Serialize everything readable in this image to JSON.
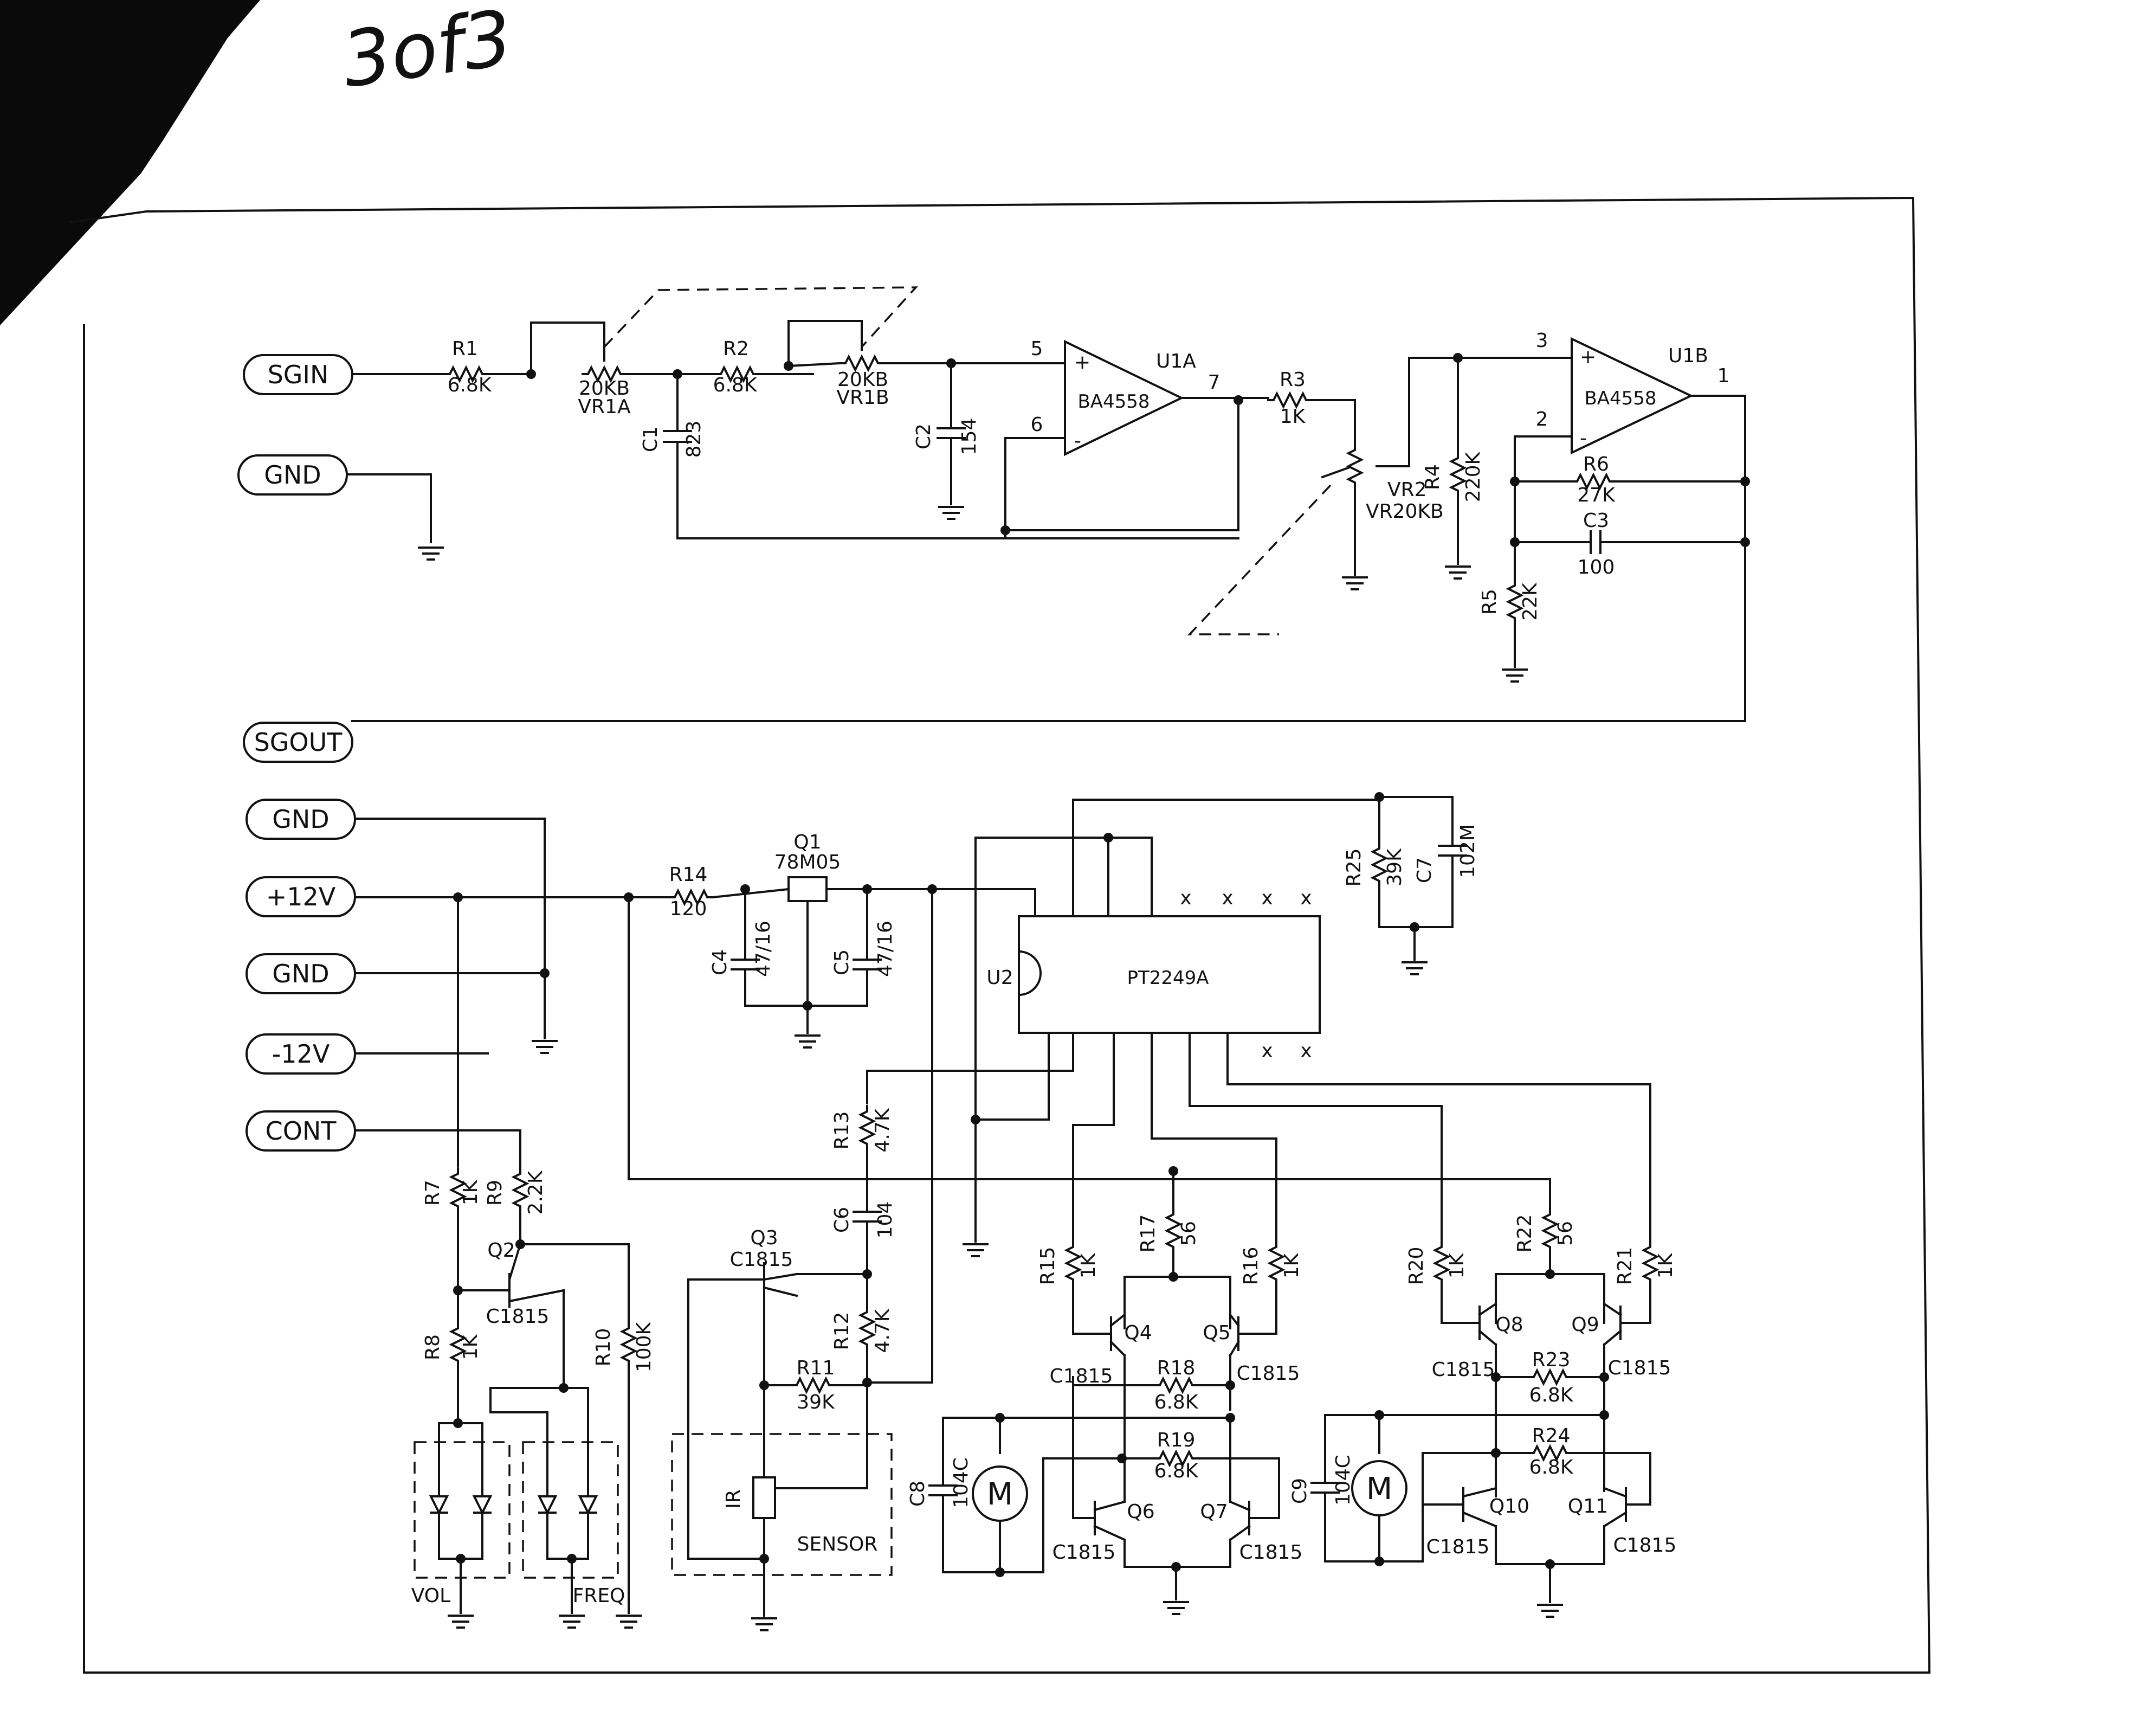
{
  "page": {
    "handwritten_note": "3of3"
  },
  "connectors": {
    "sgin": "SGIN",
    "gnd1": "GND",
    "sgout": "SGOUT",
    "gnd2": "GND",
    "p12v": "+12V",
    "gnd3": "GND",
    "m12v": "-12V",
    "cont": "CONT"
  },
  "components": {
    "r1": {
      "ref": "R1",
      "value": "6.8K"
    },
    "vr1a": {
      "ref": "VR1A",
      "value": "20KB"
    },
    "r2": {
      "ref": "R2",
      "value": "6.8K"
    },
    "vr1b": {
      "ref": "VR1B",
      "value": "20KB"
    },
    "c1": {
      "ref": "C1",
      "value": "823"
    },
    "c2": {
      "ref": "C2",
      "value": "154"
    },
    "u1a": {
      "ref": "U1A",
      "part": "BA4558",
      "pin_plus": "5",
      "pin_minus": "6",
      "pin_out": "7"
    },
    "r3": {
      "ref": "R3",
      "value": "1K"
    },
    "vr2": {
      "ref": "VR2",
      "value": "VR20KB"
    },
    "r4": {
      "ref": "R4",
      "value": "220K"
    },
    "u1b": {
      "ref": "U1B",
      "part": "BA4558",
      "pin_plus": "3",
      "pin_minus": "2",
      "pin_out": "1"
    },
    "r6": {
      "ref": "R6",
      "value": "27K"
    },
    "c3": {
      "ref": "C3",
      "value": "100"
    },
    "r5": {
      "ref": "R5",
      "value": "22K"
    },
    "r14": {
      "ref": "R14",
      "value": "120"
    },
    "q1": {
      "ref": "Q1",
      "part": "78M05"
    },
    "c4": {
      "ref": "C4",
      "value": "47/16"
    },
    "c5": {
      "ref": "C5",
      "value": "47/16"
    },
    "u2": {
      "ref": "U2",
      "part": "PT2249A"
    },
    "r25": {
      "ref": "R25",
      "value": "39K"
    },
    "c7": {
      "ref": "C7",
      "value": "102M"
    },
    "r13": {
      "ref": "R13",
      "value": "4.7K"
    },
    "c6": {
      "ref": "C6",
      "value": "104"
    },
    "r12": {
      "ref": "R12",
      "value": "4.7K"
    },
    "r11": {
      "ref": "R11",
      "value": "39K"
    },
    "q3": {
      "ref": "Q3",
      "part": "C1815"
    },
    "ir": {
      "ref": "IR"
    },
    "sensor": {
      "label": "SENSOR"
    },
    "r7": {
      "ref": "R7",
      "value": "1K"
    },
    "r9": {
      "ref": "R9",
      "value": "2.2K"
    },
    "q2": {
      "ref": "Q2",
      "part": "C1815"
    },
    "r8": {
      "ref": "R8",
      "value": "1K"
    },
    "r10": {
      "ref": "R10",
      "value": "100K"
    },
    "vol": {
      "label": "VOL"
    },
    "freq": {
      "label": "FREQ"
    },
    "r15": {
      "ref": "R15",
      "value": "1K"
    },
    "r17": {
      "ref": "R17",
      "value": "56"
    },
    "r16": {
      "ref": "R16",
      "value": "1K"
    },
    "q4": {
      "ref": "Q4",
      "part": "C1815"
    },
    "q5": {
      "ref": "Q5",
      "part": "C1815"
    },
    "r18": {
      "ref": "R18",
      "value": "6.8K"
    },
    "r19": {
      "ref": "R19",
      "value": "6.8K"
    },
    "q6": {
      "ref": "Q6",
      "part": "C1815"
    },
    "q7": {
      "ref": "Q7",
      "part": "C1815"
    },
    "c8": {
      "ref": "C8",
      "value": "104C"
    },
    "m1": {
      "ref": "M"
    },
    "r20": {
      "ref": "R20",
      "value": "1K"
    },
    "r22": {
      "ref": "R22",
      "value": "56"
    },
    "r21": {
      "ref": "R21",
      "value": "1K"
    },
    "q8": {
      "ref": "Q8",
      "part": "C1815"
    },
    "q9": {
      "ref": "Q9",
      "part": "C1815"
    },
    "r23": {
      "ref": "R23",
      "value": "6.8K"
    },
    "r24": {
      "ref": "R24",
      "value": "6.8K"
    },
    "q10": {
      "ref": "Q10",
      "part": "C1815"
    },
    "q11": {
      "ref": "Q11",
      "part": "C1815"
    },
    "c9": {
      "ref": "C9",
      "value": "104C"
    },
    "m2": {
      "ref": "M"
    }
  }
}
